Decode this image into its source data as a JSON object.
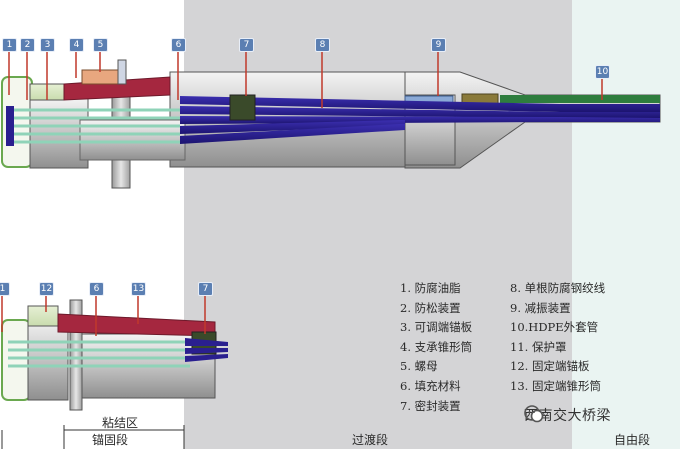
{
  "callouts_top": [
    "1",
    "2",
    "3",
    "4",
    "5",
    "6",
    "7",
    "8",
    "9",
    "10"
  ],
  "callouts_bottom": [
    "1",
    "12",
    "6",
    "13",
    "7"
  ],
  "legend_left": [
    "1. 防腐油脂",
    "2. 防松装置",
    "3. 可调端锚板",
    "4. 支承锥形筒",
    "5. 螺母",
    "6. 填充材料",
    "7. 密封装置"
  ],
  "legend_right": [
    "8. 单根防腐钢绞线",
    "9. 减振装置",
    "10.HDPE外套管",
    "11. 保护罩",
    "12. 固定端锚板",
    "13. 固定端锥形筒"
  ],
  "zones": {
    "bond": "粘结区",
    "anchor": "锚固段",
    "transition": "过渡段",
    "free": "自由段"
  },
  "watermark": "西南交大桥梁",
  "colors": {
    "callout_fill": "#5b7fb2",
    "callout_leader": "#c0392b",
    "strand": "#2a1f8f",
    "gray_band": "#d4d4d6",
    "free_band": "#eaf4f2"
  }
}
